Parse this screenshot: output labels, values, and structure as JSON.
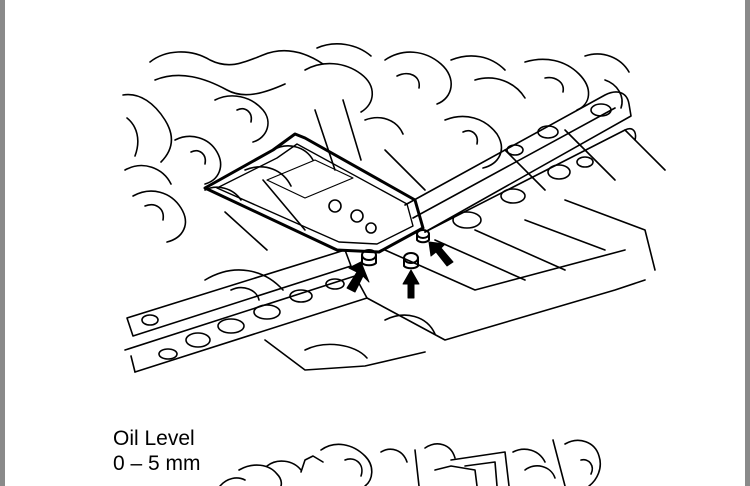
{
  "document": {
    "oil_level_label": "Oil Level",
    "oil_level_value": "0 – 5 mm"
  },
  "figure": {
    "top_illustration": "underbody-bracket-with-bolts-drawing",
    "bottom_illustration": "oil-level-drawing-partial",
    "arrow_icon": "arrow-icon"
  },
  "colors": {
    "line": "#000000",
    "background": "#ffffff",
    "frame": "#8a8a8a"
  }
}
